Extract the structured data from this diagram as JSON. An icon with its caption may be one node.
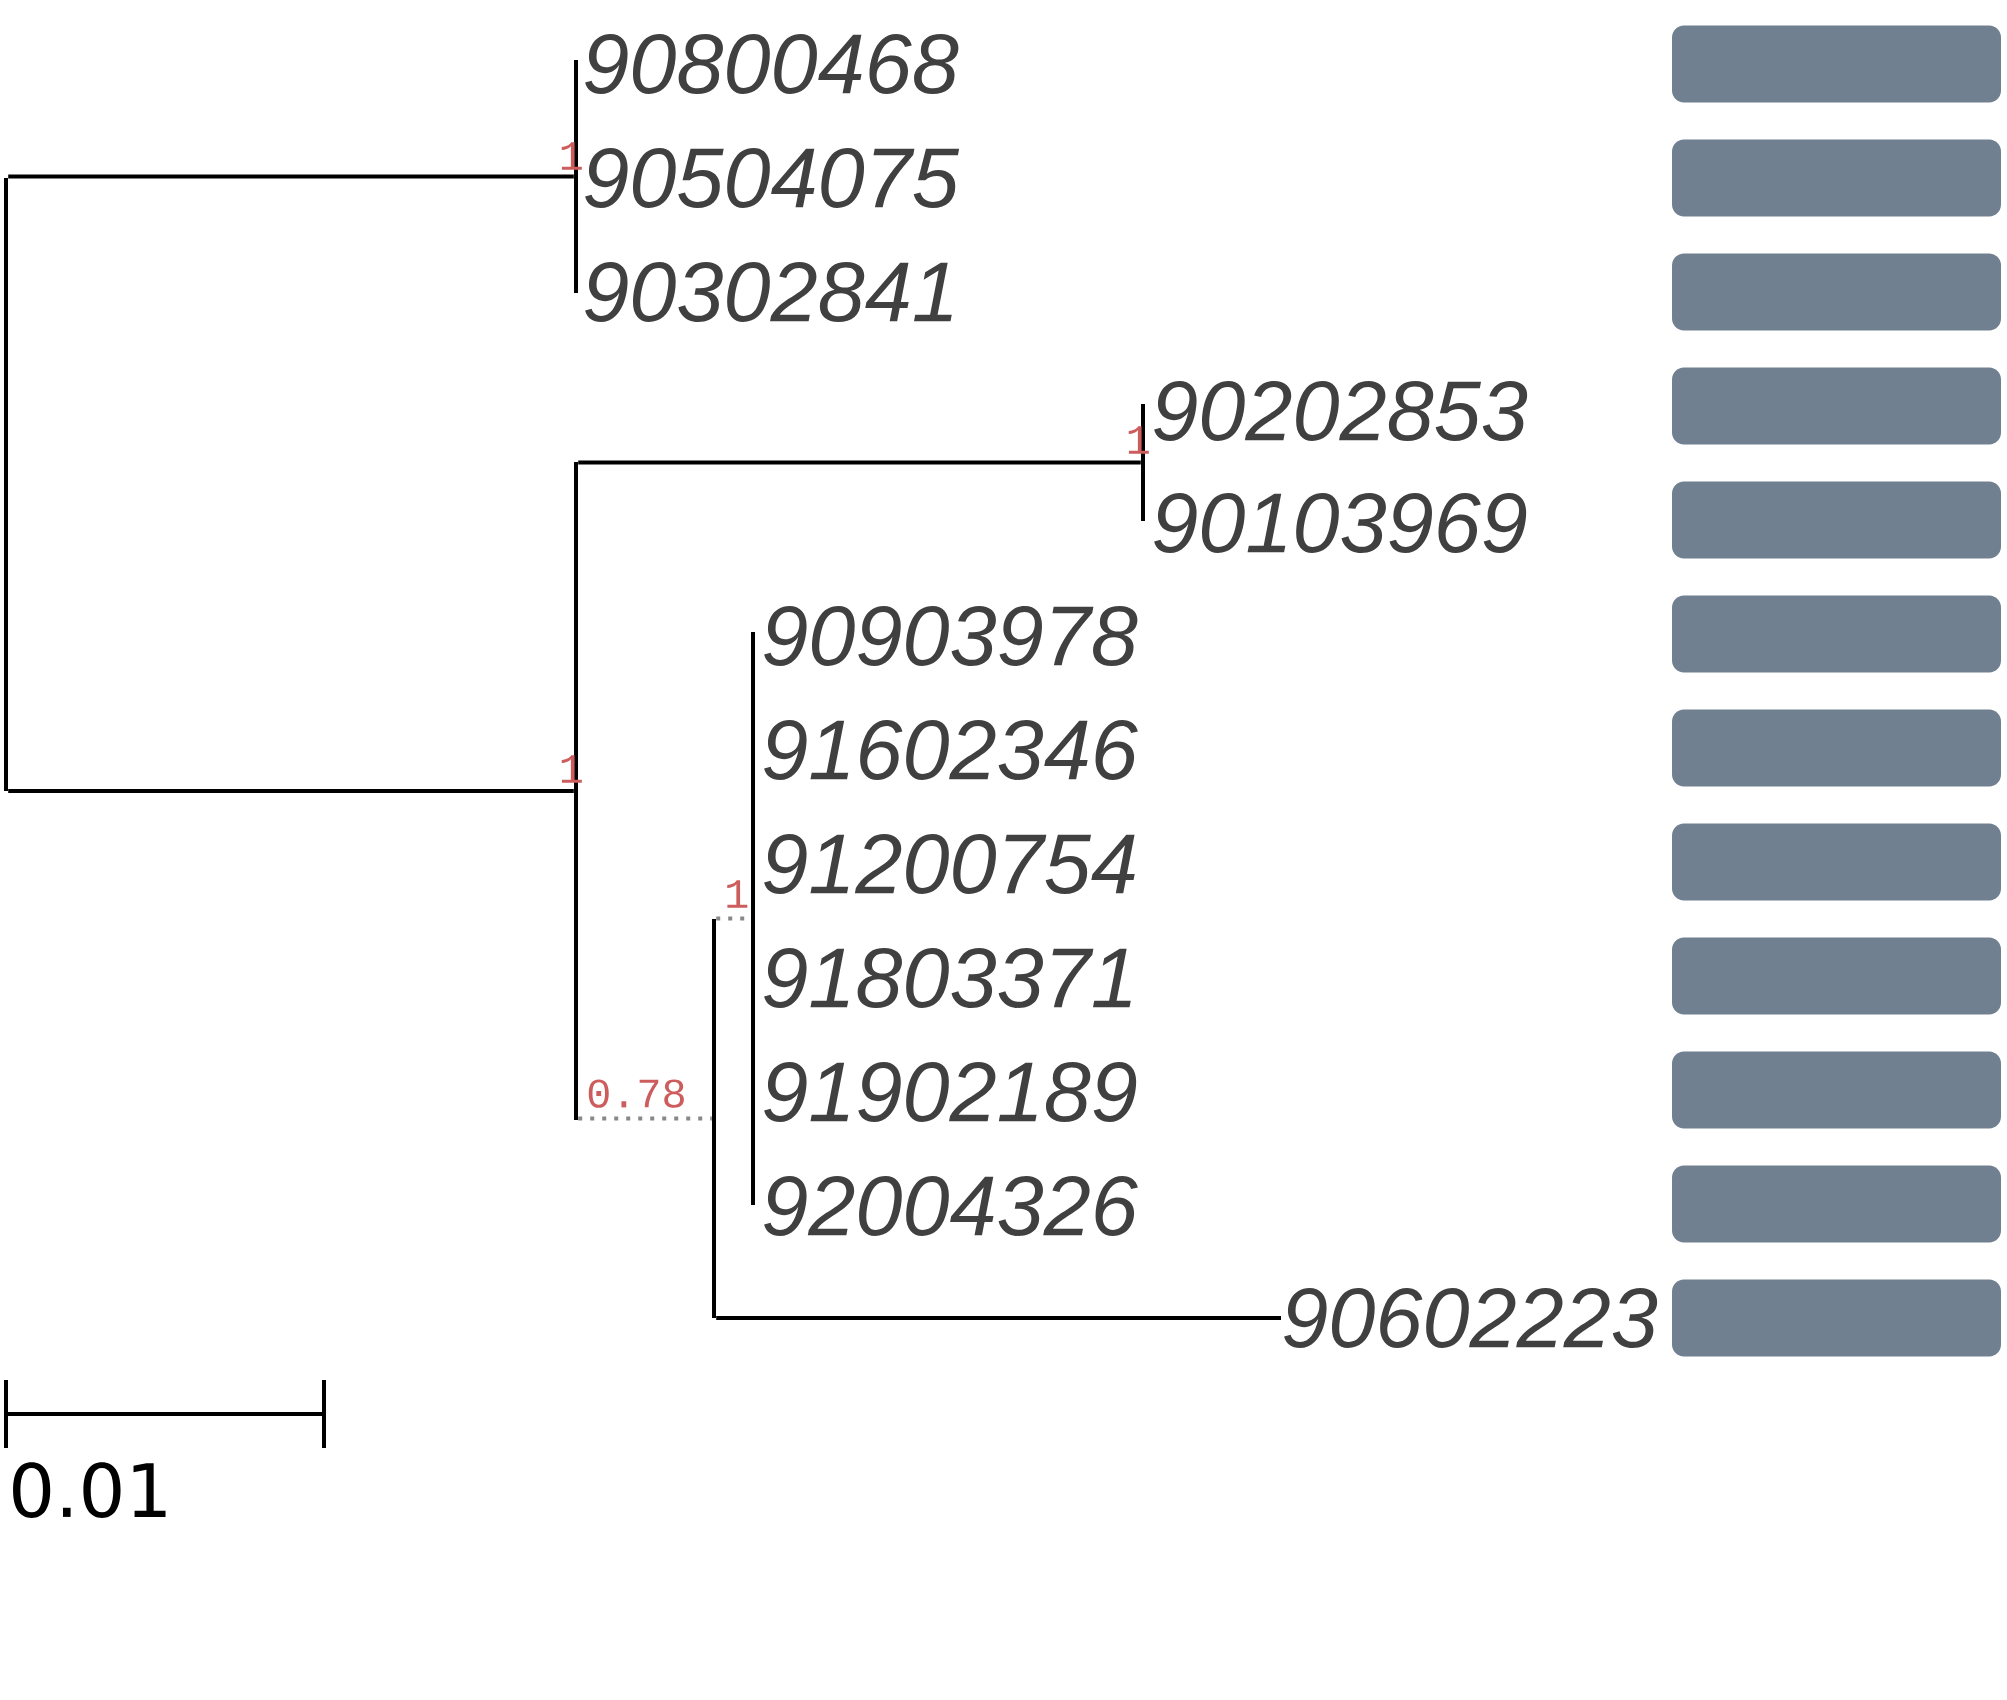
{
  "diagram": {
    "nodes": [
      {
        "text": [],
        "shape": "bar"
      },
      {
        "text": [],
        "shape": "bar",
        "beside": [
          "1"
        ]
      },
      {
        "text": [
          "90800468"
        ]
      },
      {
        "text": [
          "90504075"
        ]
      },
      {
        "text": [
          "90302841"
        ]
      },
      {
        "text": [],
        "shape": "bar",
        "beside": [
          "1"
        ]
      },
      {
        "text": [],
        "shape": "bar",
        "beside": [
          "1"
        ]
      },
      {
        "text": [
          "90202853"
        ]
      },
      {
        "text": [
          "90103969"
        ]
      },
      {
        "text": [],
        "shape": "bar",
        "beside": [
          "0.78"
        ]
      },
      {
        "text": [],
        "shape": "bar",
        "beside": [
          "1"
        ]
      },
      {
        "text": [
          "90903978"
        ]
      },
      {
        "text": [
          "91602346"
        ]
      },
      {
        "text": [
          "91200754"
        ]
      },
      {
        "text": [
          "91803371"
        ]
      },
      {
        "text": [
          "91902189"
        ]
      },
      {
        "text": [
          "92004326"
        ]
      },
      {
        "text": [
          "90602223"
        ]
      },
      {
        "text": [],
        "shape": "box"
      },
      {
        "text": [],
        "shape": "box"
      },
      {
        "text": [],
        "shape": "box"
      },
      {
        "text": [],
        "shape": "box"
      },
      {
        "text": [],
        "shape": "box"
      },
      {
        "text": [],
        "shape": "box"
      },
      {
        "text": [],
        "shape": "box"
      },
      {
        "text": [],
        "shape": "box"
      },
      {
        "text": [],
        "shape": "box"
      },
      {
        "text": [],
        "shape": "box"
      },
      {
        "text": [],
        "shape": "box"
      },
      {
        "text": [],
        "shape": "box"
      }
    ],
    "edges": [
      {
        "from": 0,
        "to": 1,
        "arrow": "none"
      },
      {
        "from": 0,
        "to": 5,
        "arrow": "none"
      },
      {
        "from": 5,
        "to": 6,
        "arrow": "none"
      },
      {
        "from": 5,
        "to": 9,
        "arrow": "none",
        "style": "dashed",
        "color": "#888888"
      },
      {
        "from": 9,
        "to": 10,
        "arrow": "none",
        "style": "dashed",
        "color": "#888888"
      },
      {
        "from": 9,
        "to": 17,
        "arrow": "none"
      }
    ],
    "labels": [
      "0.01"
    ]
  }
}
